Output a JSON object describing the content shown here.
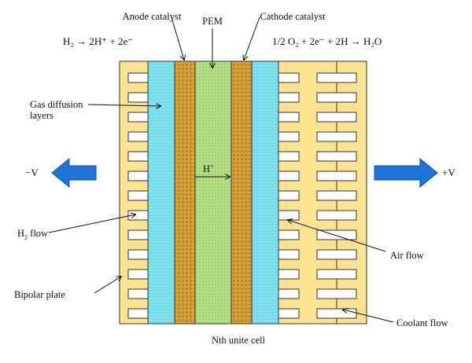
{
  "labels": {
    "anode_catalyst": "Anode catalyst",
    "pem": "PEM",
    "cathode_catalyst": "Cathode catalyst",
    "gas_diffusion_layers_1": "Gas diffusion",
    "gas_diffusion_layers_2": "layers",
    "minus_v": "−V",
    "plus_v": "+V",
    "h_plus_base": "H",
    "h_plus_sup": "+",
    "h2_flow_base": "H",
    "h2_flow_sub": "2",
    "h2_flow_rest": " flow",
    "air_flow": "Air flow",
    "bipolar_plate": "Bipolar plate",
    "coolant_flow": "Coolant flow",
    "nth_cell": "Nth unite cell"
  },
  "equations": {
    "anode_eq": "H₂ → 2H⁺ + 2e⁻",
    "cathode_eq": "1/2 O₂ + 2e⁻ + 2H → H₂O"
  },
  "colors": {
    "bipolar_plate": "#fbe392",
    "gas_diffusion": "#7fe0ef",
    "catalyst": "#d4a23a",
    "pem": "#b6dd84",
    "arrow_blue": "#1f74d8"
  }
}
